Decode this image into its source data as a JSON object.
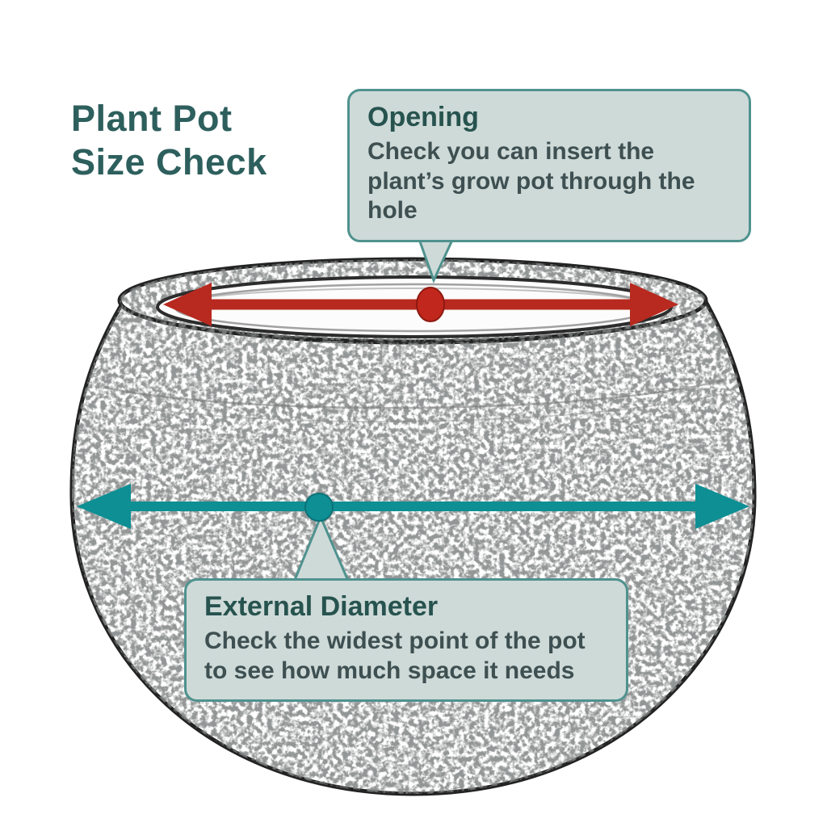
{
  "title": {
    "line1": "Plant Pot",
    "line2": "Size Check"
  },
  "callouts": {
    "opening": {
      "heading": "Opening",
      "body": "Check you can insert the plant’s grow pot through the hole"
    },
    "external": {
      "heading": "External Diameter",
      "body": "Check the widest point of the pot to see how much space it needs"
    }
  },
  "colors": {
    "title_text": "#2d5f5d",
    "callout_bg": "#cedad8",
    "callout_border": "#4f928e",
    "callout_heading": "#27534f",
    "callout_body": "#3f5052",
    "opening_arrow_red": "#b8291f",
    "diameter_arrow_teal": "#0d8f94",
    "sketch_line": "#222222"
  }
}
